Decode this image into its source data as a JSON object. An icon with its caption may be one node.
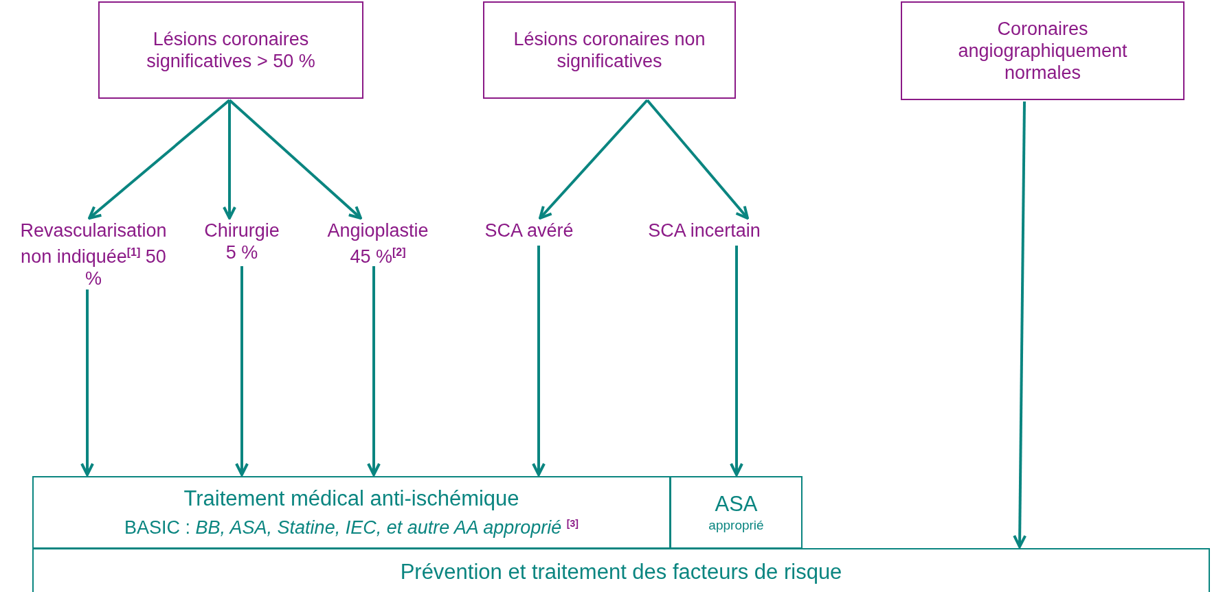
{
  "diagram": {
    "nodes": [
      {
        "text": [
          "Lésions coronaires significatives > 50 %"
        ]
      },
      {
        "text": [
          "Lésions coronaires non significatives"
        ]
      },
      {
        "text": [
          "Coronaires angiographiquement normales"
        ]
      },
      {
        "text": [
          "Revascularisation non indiquée$^{[1]}$ 50 %"
        ]
      },
      {
        "text": [
          "Chirurgie 5 %"
        ]
      },
      {
        "text": [
          "Angioplastie 45 %$^{[2]}$"
        ]
      },
      {
        "text": [
          "SCA avéré"
        ]
      },
      {
        "text": [
          "SCA incertain"
        ]
      },
      {
        "text": [
          "Traitement médical anti-ischémique",
          "BASIC : *BB, ASA, Statine, IEC, et autre AA approprié* $^{[3]}$"
        ]
      },
      {
        "text": [
          "ASA",
          "approprié"
        ]
      },
      {
        "text": [
          "Prévention et traitement des facteurs de risque"
        ]
      }
    ],
    "edges": [
      {
        "from": 0,
        "to": 3,
        "arrow": "to"
      },
      {
        "from": 0,
        "to": 4,
        "arrow": "to"
      },
      {
        "from": 0,
        "to": 5,
        "arrow": "to"
      },
      {
        "from": 1,
        "to": 6,
        "arrow": "to"
      },
      {
        "from": 1,
        "to": 7,
        "arrow": "to"
      },
      {
        "from": 3,
        "to": 8,
        "arrow": "to"
      },
      {
        "from": 4,
        "to": 8,
        "arrow": "to"
      },
      {
        "from": 5,
        "to": 8,
        "arrow": "to"
      },
      {
        "from": 6,
        "to": 8,
        "arrow": "to"
      },
      {
        "from": 7,
        "to": 9,
        "arrow": "to"
      },
      {
        "from": 2,
        "to": 10,
        "arrow": "to"
      }
    ]
  }
}
